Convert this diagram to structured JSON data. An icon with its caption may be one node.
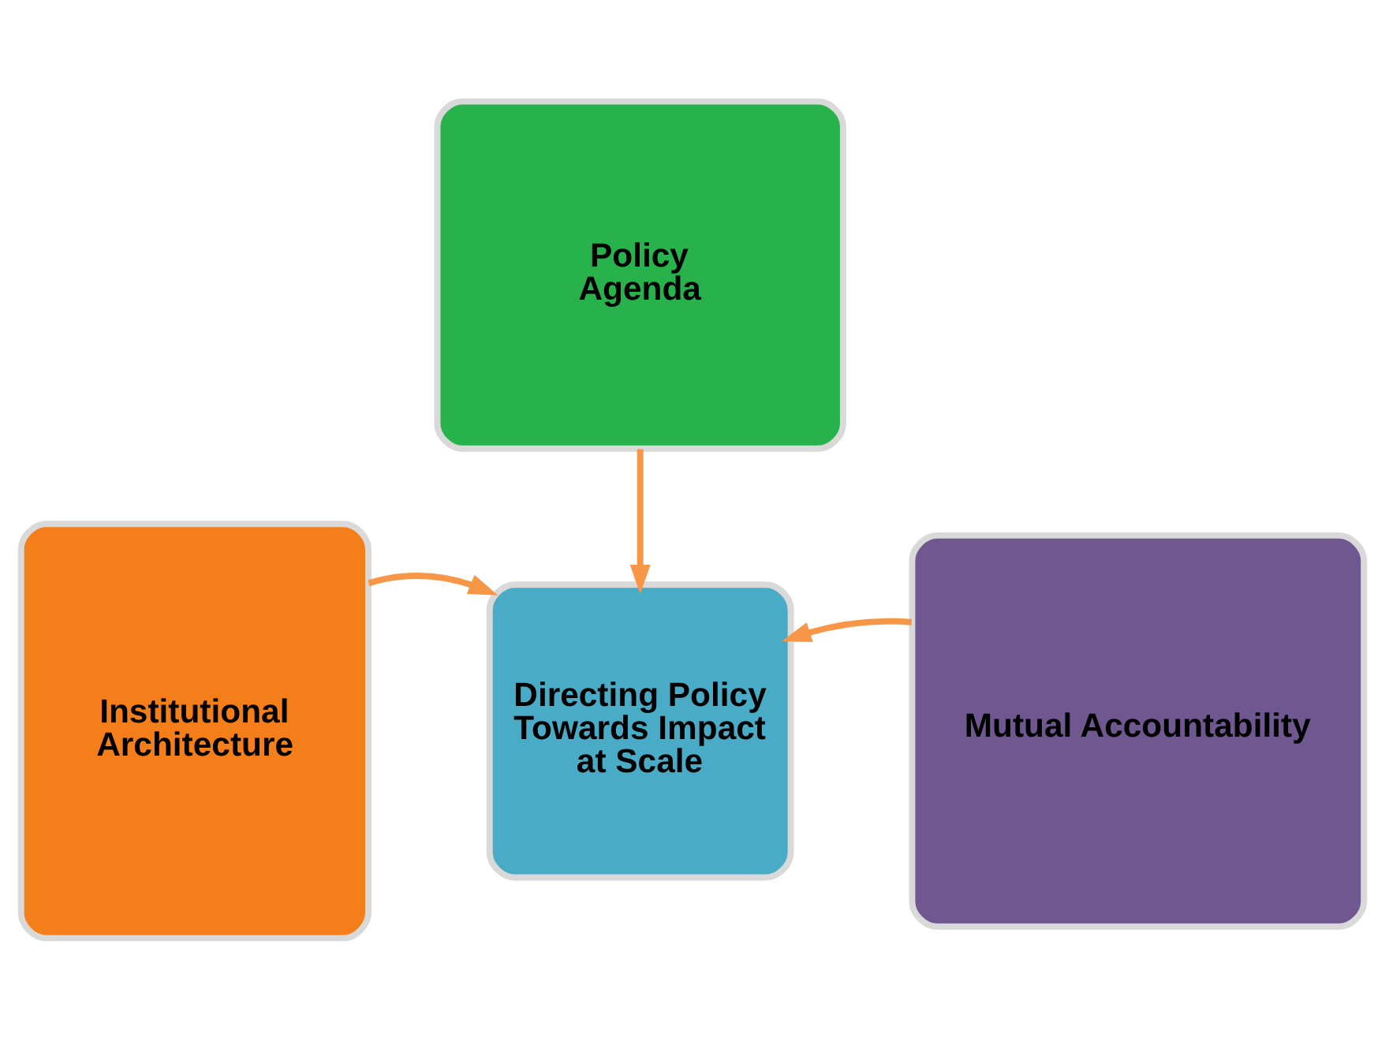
{
  "diagram": {
    "nodes": [
      {
        "text": [
          "Policy Agenda"
        ]
      },
      {
        "text": [
          "Directing Policy Towards Impact at Scale"
        ]
      },
      {
        "text": [
          "Institutional Architecture"
        ]
      },
      {
        "text": [
          "Mutual Accountability"
        ]
      }
    ],
    "edges": [
      {
        "from": 0,
        "to": 1,
        "arrow": "to"
      },
      {
        "from": 2,
        "to": 1,
        "arrow": "to"
      },
      {
        "from": 3,
        "to": 1,
        "arrow": "to"
      }
    ]
  }
}
